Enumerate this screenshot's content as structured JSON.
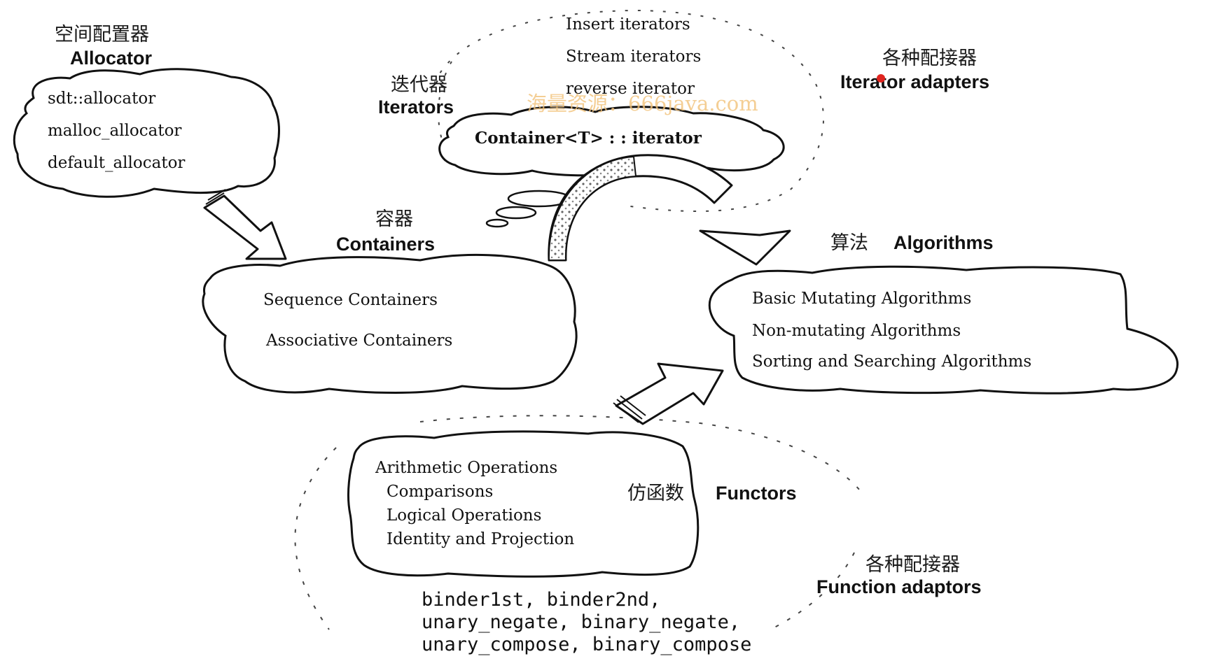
{
  "allocator": {
    "label_cn": "空间配置器",
    "label_en": "Allocator",
    "items": [
      "sdt::allocator",
      "malloc_allocator",
      "default_allocator"
    ]
  },
  "iterators": {
    "label_cn": "迭代器",
    "label_en": "Iterators",
    "types": [
      "Insert iterators",
      "Stream iterators",
      "reverse  iterator"
    ],
    "cloud_item": "Container<T> : : iterator"
  },
  "iterator_adapters": {
    "label_cn": "各种配接器",
    "label_en": "Iterator adapters"
  },
  "containers": {
    "label_cn": "容器",
    "label_en": "Containers",
    "items": [
      "Sequence Containers",
      "Associative Containers"
    ]
  },
  "algorithms": {
    "label_cn": "算法",
    "label_en": "Algorithms",
    "items": [
      "Basic Mutating Algorithms",
      "Non-mutating Algorithms",
      "Sorting and Searching Algorithms"
    ]
  },
  "functors": {
    "label_cn": "仿函数",
    "label_en": "Functors",
    "items": [
      "Arithmetic Operations",
      "Comparisons",
      "Logical Operations",
      "Identity and Projection"
    ]
  },
  "function_adaptors": {
    "label_cn": "各种配接器",
    "label_en": "Function adaptors",
    "lines": [
      "binder1st, binder2nd,",
      "unary_negate, binary_negate,",
      "unary_compose, binary_compose"
    ]
  },
  "watermark": "海量资源：666java.com",
  "colors": {
    "ink": "#111111",
    "watermark": "#f2c27a",
    "cursor": "#e0241f"
  }
}
